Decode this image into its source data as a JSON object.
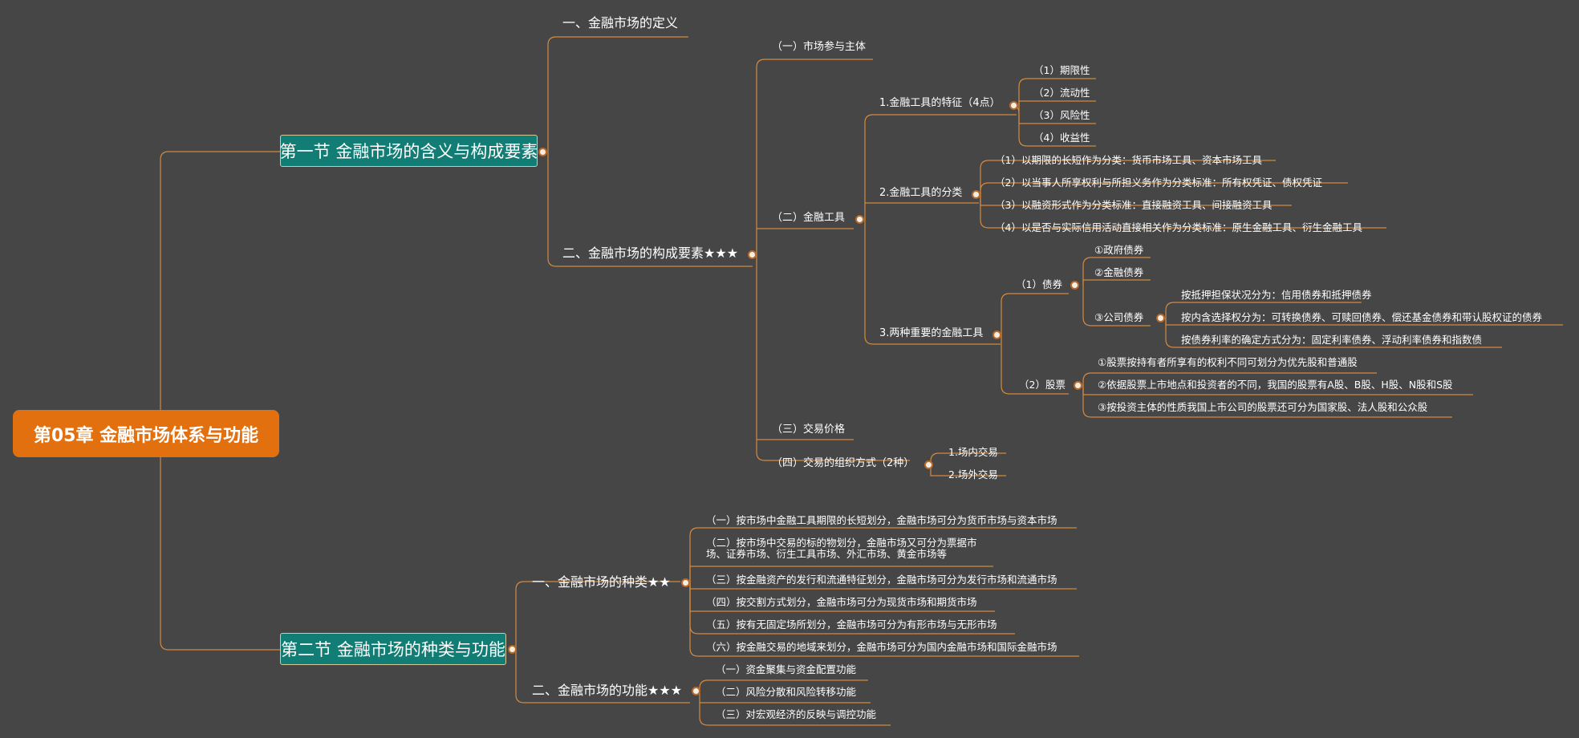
{
  "root": "第05章  金融市场体系与功能",
  "s1": {
    "label": "第一节 金融市场的含义与构成要素",
    "def": "一、金融市场的定义",
    "elem": {
      "label": "二、金融市场的构成要素★★★",
      "participants": "（一）市场参与主体",
      "tools": {
        "label": "（二）金融工具",
        "features": {
          "label": "1.金融工具的特征（4点）",
          "items": [
            "（1）期限性",
            "（2）流动性",
            "（3）风险性",
            "（4）收益性"
          ]
        },
        "classification": {
          "label": "2.金融工具的分类",
          "items": [
            "（1）以期限的长短作为分类：货币市场工具、资本市场工具",
            "（2）以当事人所享权利与所担义务作为分类标准：所有权凭证、债权凭证",
            "（3）以融资形式作为分类标准：直接融资工具、间接融资工具",
            "（4）以是否与实际信用活动直接相关作为分类标准：原生金融工具、衍生金融工具"
          ]
        },
        "important": {
          "label": "3.两种重要的金融工具",
          "bond": {
            "label": "（1）债券",
            "gov": "①政府债券",
            "fin": "②金融债券",
            "corp": {
              "label": "③公司债券",
              "items": [
                "按抵押担保状况分为：信用债券和抵押债券",
                "按内含选择权分为：可转换债券、可赎回债券、偿还基金债券和带认股权证的债券",
                "按债券利率的确定方式分为：固定利率债券、浮动利率债券和指数债"
              ]
            }
          },
          "stock": {
            "label": "（2）股票",
            "items": [
              "①股票按持有者所享有的权利不同可划分为优先股和普通股",
              "②依据股票上市地点和投资者的不同，我国的股票有A股、B股、H股、N股和S股",
              "③按投资主体的性质我国上市公司的股票还可分为国家股、法人股和公众股"
            ]
          }
        }
      },
      "price": "（三）交易价格",
      "org": {
        "label": "（四）交易的组织方式（2种）",
        "items": [
          "1.场内交易",
          "2.场外交易"
        ]
      }
    }
  },
  "s2": {
    "label": "第二节 金融市场的种类与功能",
    "types": {
      "label": "一、金融市场的种类★★",
      "items": [
        "（一）按市场中金融工具期限的长短划分，金融市场可分为货币市场与资本市场",
        "（二）按市场中交易的标的物划分，金融市场又可分为票据市场、证券市场、衍生工具市场、外汇市场、黄金市场等",
        "（三）按金融资产的发行和流通特征划分，金融市场可分为发行市场和流通市场",
        "（四）按交割方式划分，金融市场可分为现货市场和期货市场",
        "（五）按有无固定场所划分，金融市场可分为有形市场与无形市场",
        "（六）按金融交易的地域来划分，金融市场可分为国内金融市场和国际金融市场"
      ]
    },
    "funcs": {
      "label": "二、金融市场的功能★★★",
      "items": [
        "（一）资金聚集与资金配置功能",
        "（二）风险分散和风险转移功能",
        "（三）对宏观经济的反映与调控功能"
      ]
    }
  },
  "colors": {
    "background": "#464646",
    "root": "#e2700f",
    "section": "#127d74",
    "connector": "#d38a3f",
    "text": "#ffffff"
  }
}
